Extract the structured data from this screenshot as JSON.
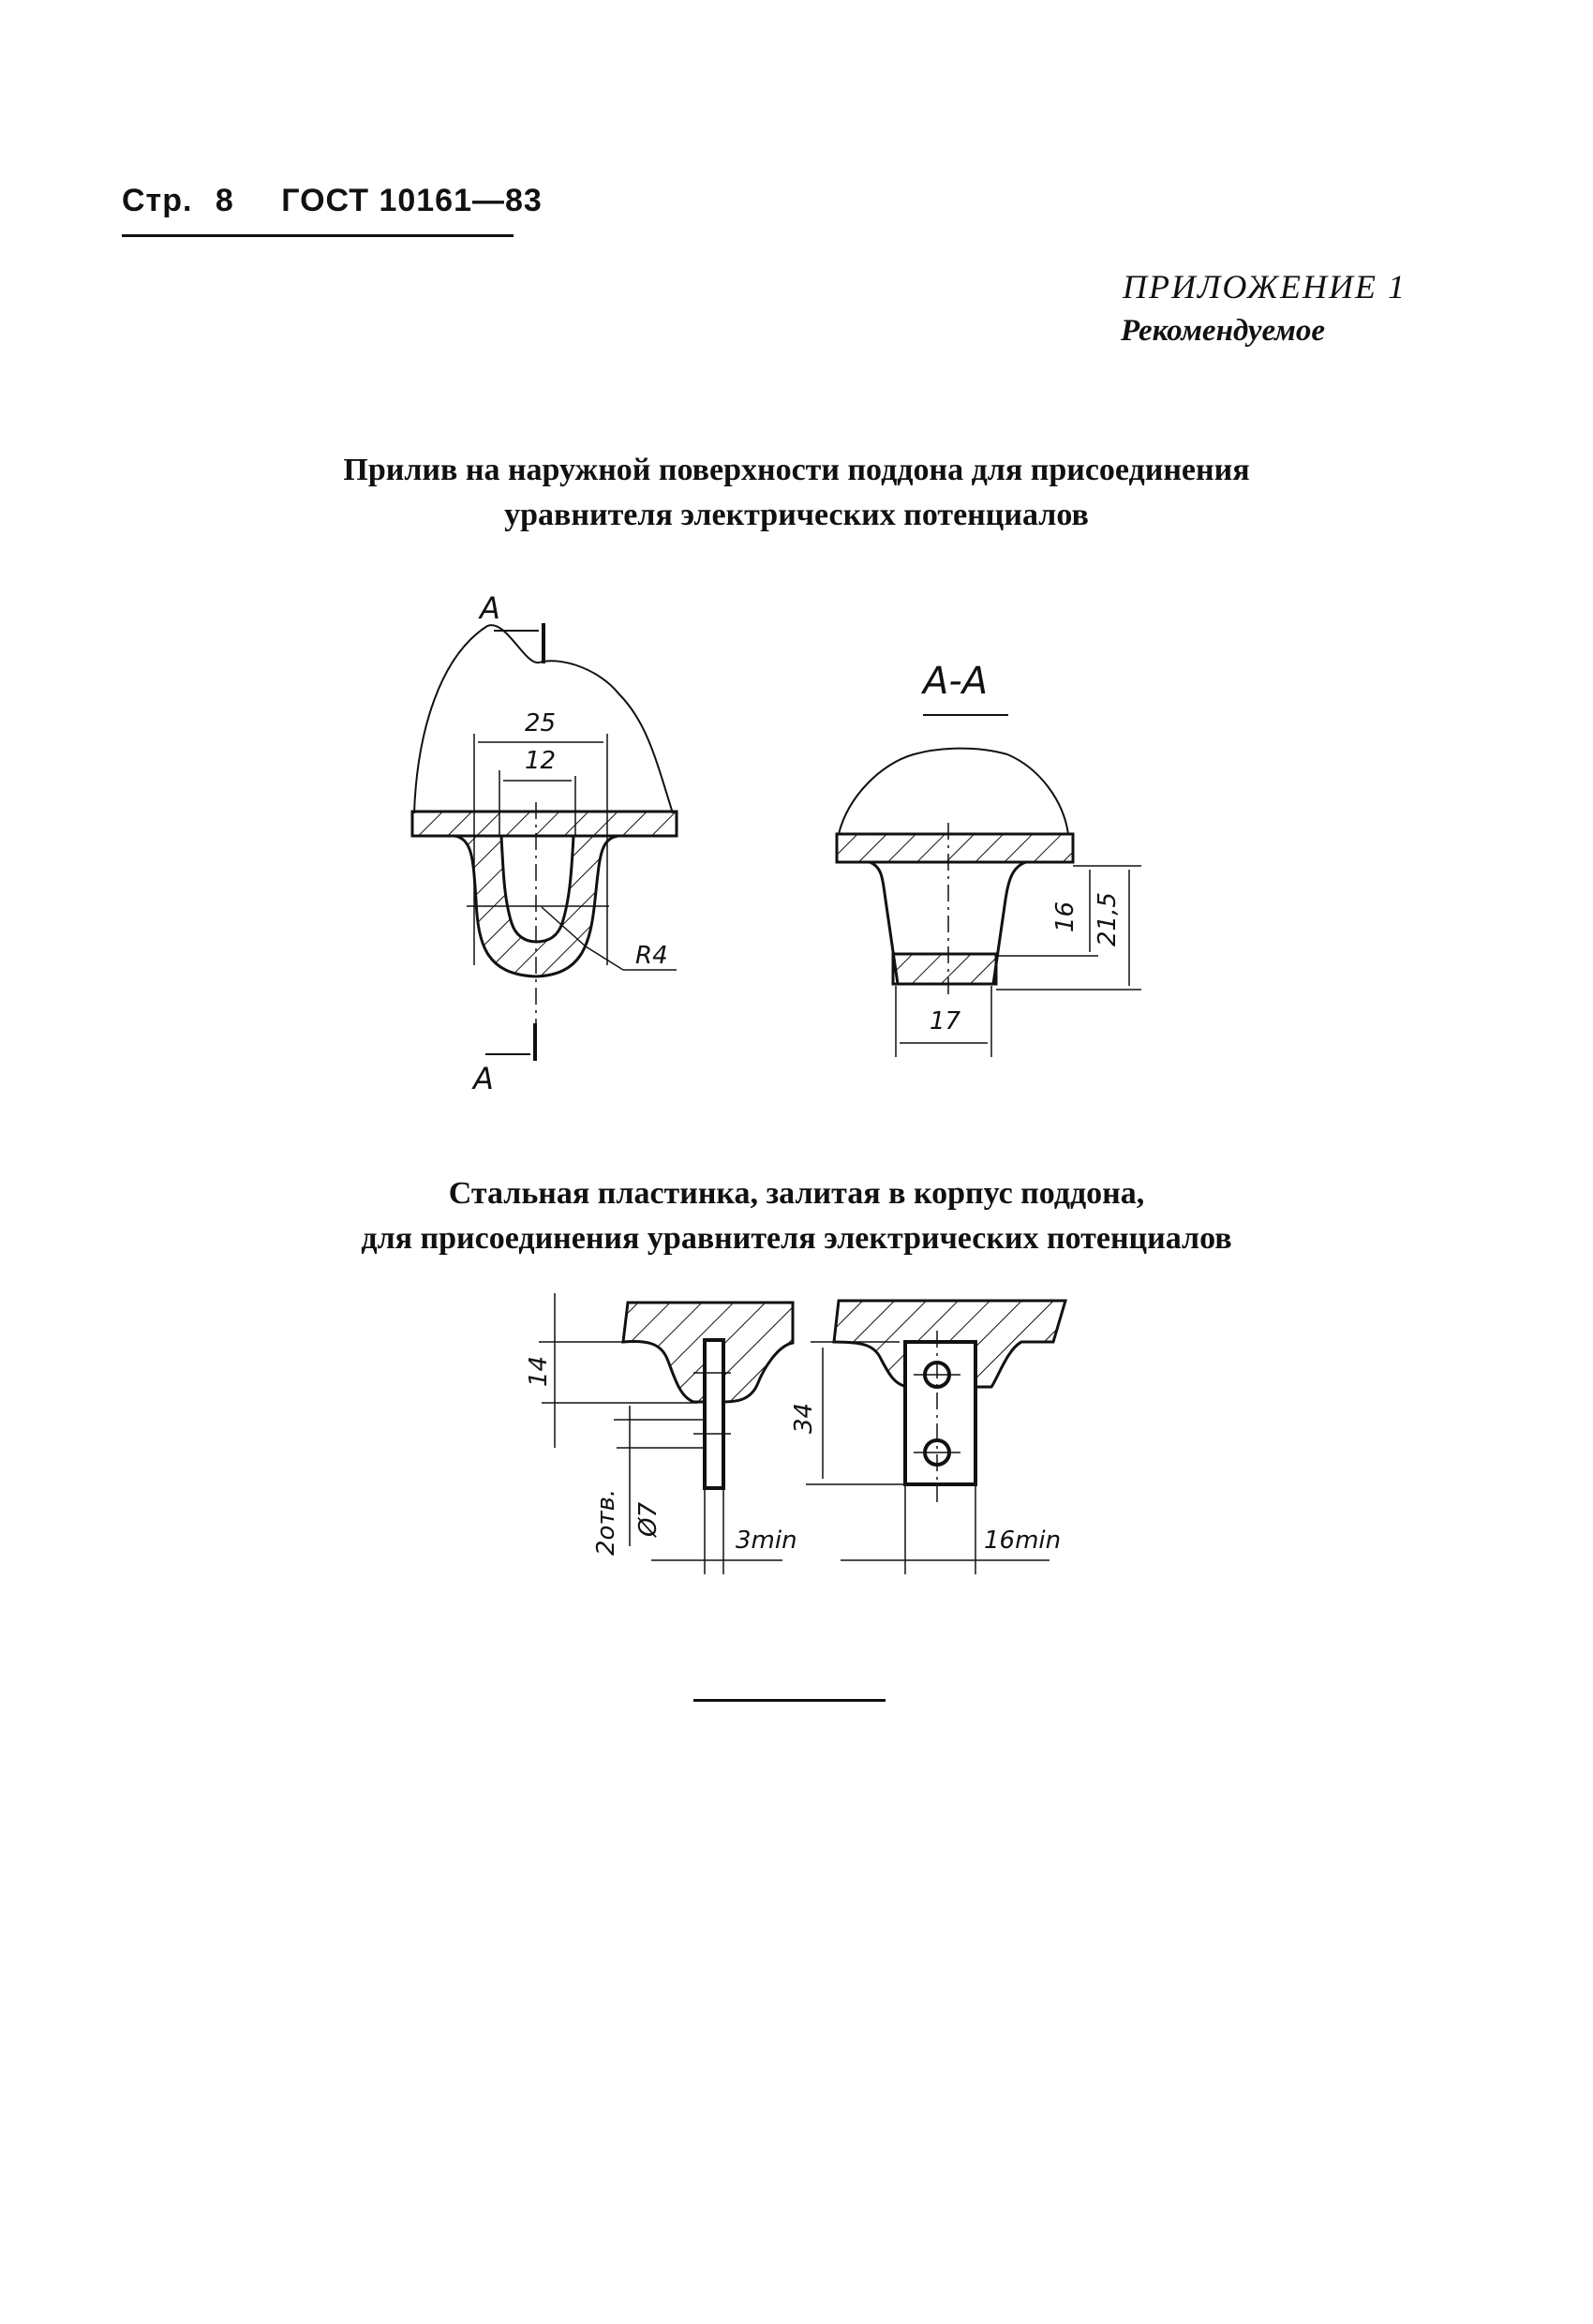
{
  "header": {
    "page_label": "Стр.",
    "page_number": "8",
    "standard": "ГОСТ 10161—83"
  },
  "appendix": {
    "title": "ПРИЛОЖЕНИЕ 1",
    "subtitle": "Рекомендуемое"
  },
  "figure1": {
    "title_line1": "Прилив на наружной поверхности поддона для присоединения",
    "title_line2": "уравнителя электрических потенциалов",
    "section_mark_top": "А",
    "section_mark_bottom": "А",
    "section_label": "А-А",
    "dimensions": {
      "outer_width": "25",
      "inner_width": "12",
      "radius": "R4",
      "depth_inner": "16",
      "depth_total": "21,5",
      "bottom_width": "17"
    }
  },
  "figure2": {
    "title_line1": "Стальная пластинка, залитая в корпус поддона,",
    "title_line2": "для присоединения уравнителя электрических потенциалов",
    "dimensions": {
      "height_14": "14",
      "hole_spec": "2отв.",
      "hole_diameter": "Ø7",
      "thickness": "3min",
      "plate_height": "34",
      "plate_width": "16min"
    }
  }
}
